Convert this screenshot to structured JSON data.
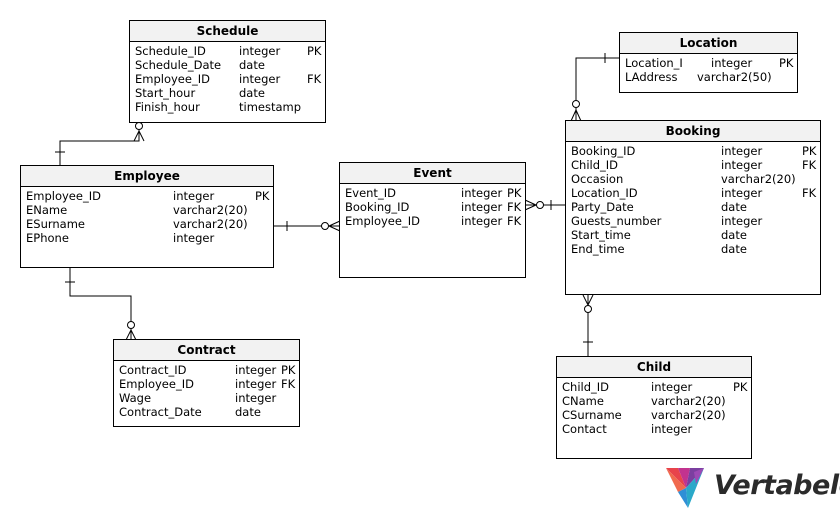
{
  "entities": {
    "schedule": {
      "title": "Schedule",
      "rows": [
        {
          "name": "Schedule_ID",
          "type": "integer",
          "key": "PK"
        },
        {
          "name": "Schedule_Date",
          "type": "date",
          "key": ""
        },
        {
          "name": "Employee_ID",
          "type": "integer",
          "key": "FK"
        },
        {
          "name": "Start_hour",
          "type": "date",
          "key": ""
        },
        {
          "name": "Finish_hour",
          "type": "timestamp",
          "key": ""
        }
      ]
    },
    "location": {
      "title": "Location",
      "rows": [
        {
          "name": "Location_I",
          "type": "integer",
          "key": "PK"
        },
        {
          "name": "LAddress",
          "type": "varchar2(50)",
          "key": ""
        }
      ]
    },
    "employee": {
      "title": "Employee",
      "rows": [
        {
          "name": "Employee_ID",
          "type": "integer",
          "key": "PK"
        },
        {
          "name": "EName",
          "type": "varchar2(20)",
          "key": ""
        },
        {
          "name": "ESurname",
          "type": "varchar2(20)",
          "key": ""
        },
        {
          "name": "EPhone",
          "type": "integer",
          "key": ""
        }
      ]
    },
    "event": {
      "title": "Event",
      "rows": [
        {
          "name": "Event_ID",
          "type": "integer",
          "key": "PK"
        },
        {
          "name": "Booking_ID",
          "type": "integer",
          "key": "FK"
        },
        {
          "name": "Employee_ID",
          "type": "integer",
          "key": "FK"
        }
      ]
    },
    "booking": {
      "title": "Booking",
      "rows": [
        {
          "name": "Booking_ID",
          "type": "integer",
          "key": "PK"
        },
        {
          "name": "Child_ID",
          "type": "integer",
          "key": "FK"
        },
        {
          "name": "Occasion",
          "type": "varchar2(20)",
          "key": ""
        },
        {
          "name": "Location_ID",
          "type": "integer",
          "key": "FK"
        },
        {
          "name": "Party_Date",
          "type": "date",
          "key": ""
        },
        {
          "name": "Guests_number",
          "type": "integer",
          "key": ""
        },
        {
          "name": "Start_time",
          "type": "date",
          "key": ""
        },
        {
          "name": "End_time",
          "type": "date",
          "key": ""
        }
      ]
    },
    "contract": {
      "title": "Contract",
      "rows": [
        {
          "name": "Contract_ID",
          "type": "integer",
          "key": "PK"
        },
        {
          "name": "Employee_ID",
          "type": "integer",
          "key": "FK"
        },
        {
          "name": "Wage",
          "type": "integer",
          "key": ""
        },
        {
          "name": "Contract_Date",
          "type": "date",
          "key": ""
        }
      ]
    },
    "child": {
      "title": "Child",
      "rows": [
        {
          "name": "Child_ID",
          "type": "integer",
          "key": "PK"
        },
        {
          "name": "CName",
          "type": "varchar2(20)",
          "key": ""
        },
        {
          "name": "CSurname",
          "type": "varchar2(20)",
          "key": ""
        },
        {
          "name": "Contact",
          "type": "integer",
          "key": ""
        }
      ]
    }
  },
  "logo": {
    "text": "Vertabelo",
    "icon": "vertabelo-logo-icon",
    "colors": [
      "#e8434b",
      "#c2338f",
      "#7b3fa0",
      "#2f8fd6",
      "#2aa9c9"
    ]
  },
  "colors": {
    "header_bg": "#f2f2f2",
    "border": "#000000"
  }
}
